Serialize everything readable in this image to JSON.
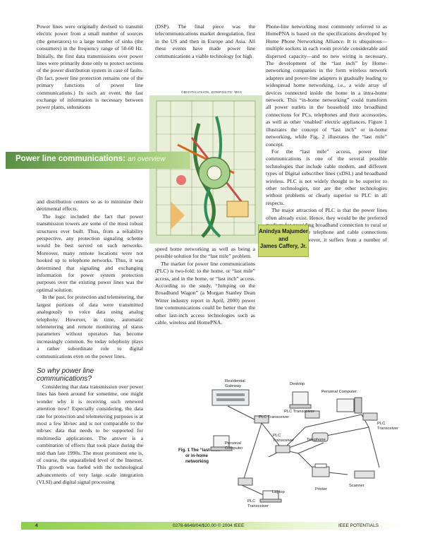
{
  "page": {
    "number": "4",
    "footer_center": "0278-6648/04/$20.00 © 2004 IEEE",
    "footer_right": "IEEE POTENTIALS"
  },
  "article": {
    "banner_title": "Power line communications:",
    "banner_subtitle": "an overview",
    "authors": [
      "Anindya Majumder",
      "and",
      "James Caffery, Jr."
    ],
    "illustration_credit": "©DIGITALVISION, COMPOSITE: MKC"
  },
  "columns": {
    "left_top": [
      "Power lines were originally devised to transmit electric power from a small number of sources (the generators) to a large number of sinks (the consumers) in the frequency range of 50-60 Hz. Initially, the first data transmissions over power lines were primarily done only to protect sections of the power distribution system in case of faults. (In fact, power line protection remains one of the primary functions of power line communications.) In such an event, the fast exchange of information is necessary between power plants, substations"
    ],
    "left_low": [
      "and distribution centers so as to minimize their detrimental effects.",
      "The logic included the fact that power transmission towers are some of the most robust structures ever built. Thus, from a reliability perspective, any protection signaling scheme would be best served on such networks. Moreover, many remote locations were not hooked up to telephone networks. Thus, it was determined that signaling and exchanging information for power system protection purposes over the existing power lines was the optimal solution.",
      "In the past, for protection and telemetering, the largest portions of data were transmitted analogously to voice data using analog telephony. However, in time, automatic telemetering and remote monitoring of status parameters without operators has become increasingly common. So today telephony plays a rather subordinate role to digital communications even on the power lines."
    ],
    "section_heading": "So why power line communications?",
    "left_section": [
      "Considering that data transmission over power lines has been around for sometime, one might wonder why it is receiving such renewed attention now? Especially considering, the data rate for protection and telemetering purposes is at most a few kb/sec and is not comparable to the mb/sec data that needs to be supported for multimedia applications. The answer is a combination of effects that took place during the mid than late 1990s. The most prominent one is, of course, the unparalleled level of the Internet. This growth was fueled with the technological advancements of very large scale integration (VLSI) and digital signal processing"
    ],
    "mid_top": [
      "(DSP). The final piece was the telecommunications market deregulation, first in the US and then in Europe and Asia. All these events have made power line communications a viable technology for high"
    ],
    "mid_low": [
      "speed home networking as well as being a possible solution for the “last mile” problem.",
      "The market for power line communications (PLC) is two-fold: to the home, or “last mile” access, and in the home, or “last inch” access. According to the study, “Jumping on the Broadband Wagon” (a Morgan Stanley Dean Witter industry report in April, 2000) power line communications could be better than the other last-inch access technologies such as cable, wireless and HomePNA."
    ],
    "right": [
      "Phone-line networking most commonly referred to as HomePNA is based on the specifications developed by Home Phone Networking Alliance. It is ubiquitous—multiple sockets in each room provide considerable and dispersed capacity—and no new wiring is necessary. The development of the “last inch” by Home-networking companies in the form wireless network adapters and power-line adapters is gradually leading to widespread home networking, i.e., a wide array of devices connected inside the home in a intra-home network. This “in-home networking” could transform all power outlets in the household into broadband connections for PCs, telephones and their accessories, as well as other ‘enabled’ electric appliances. Figure 1 illustrates the concept of “last inch” or in-home networking, while Fig. 2 illustrates the “last mile” concept.",
      "For the “last mile” access, power line communications is one of the several possible technologies that include cable modem, and different types of Digital subscriber lines (xDSL) and broadband wireless. PLC is not widely thought to be superior to other technologies, nor are the other technologies without problems or clearly superior to PLC in all respects.",
      "The major attraction of PLC is that the power lines often already exist. Hence, they would be the preferred medium for providing broadband connection to rural or remote areas where telephone and cable connections may not exist. However, it suffers from a number of problems."
    ]
  },
  "figure": {
    "caption_line1": "Fig. 1  The “last-inch”",
    "caption_line2": "or in-home",
    "caption_line3": "networking",
    "labels": {
      "gateway": "Residential\nGateway",
      "desktop": "Desktop",
      "personal_computer_top": "Personal Computer",
      "plc_left": "PLC Transceiver",
      "plc_mid": "PLC Transceiver",
      "plc_right": "PLC\nTransceiver",
      "personal_computer_left": "Personal\nComputer",
      "plc_center": "PLC\nTransceiver",
      "telephone": "Telephone",
      "scanner": "Scanner",
      "printer": "Printer",
      "laptop": "Laptop",
      "plc_bottom": "PLC\nTransceiver"
    }
  },
  "colors": {
    "banner_accent": "#5a8f44",
    "author_box": "#c8d96a",
    "footer_green": "#8fcf4a"
  }
}
